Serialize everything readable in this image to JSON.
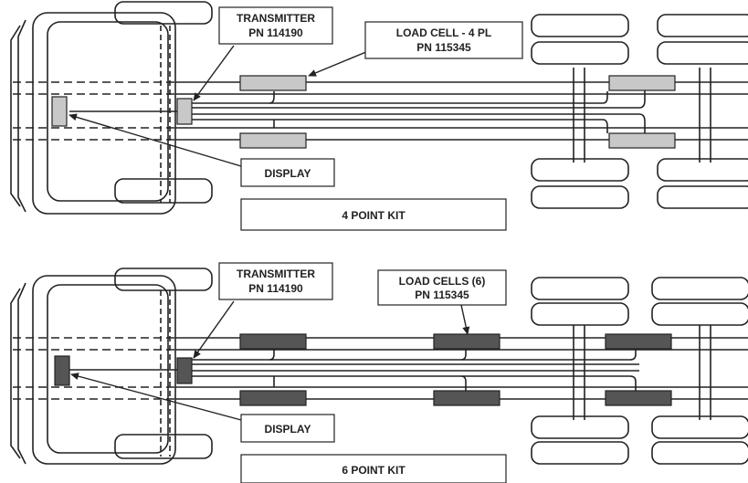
{
  "kit4": {
    "transmitter": {
      "line1": "TRANSMITTER",
      "line2": "PN 114190"
    },
    "load_cell": {
      "line1": "LOAD CELL - 4 PL",
      "line2": "PN 115345"
    },
    "display": "DISPLAY",
    "kit_label": "4 POINT KIT",
    "cell_color": "#c8c8c8"
  },
  "kit6": {
    "transmitter": {
      "line1": "TRANSMITTER",
      "line2": "PN 114190"
    },
    "load_cell": {
      "line1": "LOAD CELLS (6)",
      "line2": "PN 115345"
    },
    "display": "DISPLAY",
    "kit_label": "6 POINT KIT",
    "cell_color": "#555555"
  }
}
